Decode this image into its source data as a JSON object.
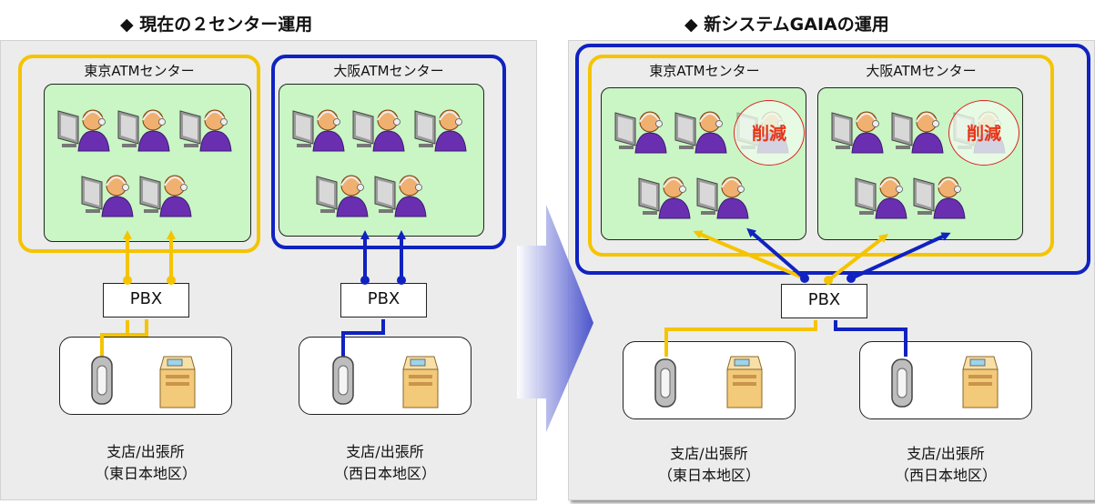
{
  "left": {
    "title": "◆ 現在の２センター運用",
    "tokyo_center": "東京ATMセンター",
    "osaka_center": "大阪ATMセンター",
    "pbx_left": "PBX",
    "pbx_right": "PBX",
    "branch_east": [
      "支店/出張所",
      "（東日本地区）"
    ],
    "branch_west": [
      "支店/出張所",
      "（西日本地区）"
    ]
  },
  "right": {
    "title": "◆ 新システムGAIAの運用",
    "tokyo_center": "東京ATMセンター",
    "osaka_center": "大阪ATMセンター",
    "reduce_label": "削減",
    "pbx": "PBX",
    "branch_east": [
      "支店/出張所",
      "（東日本地区）"
    ],
    "branch_west": [
      "支店/出張所",
      "（西日本地区）"
    ]
  },
  "colors": {
    "yellow": "#f5c400",
    "blue": "#1022c0",
    "green_fill": "#c9f6c4",
    "panel": "#ececec",
    "reduce_red": "#e63318"
  },
  "icons": [
    "operator-icon",
    "phone-icon",
    "atm-icon",
    "transition-arrow-icon"
  ]
}
